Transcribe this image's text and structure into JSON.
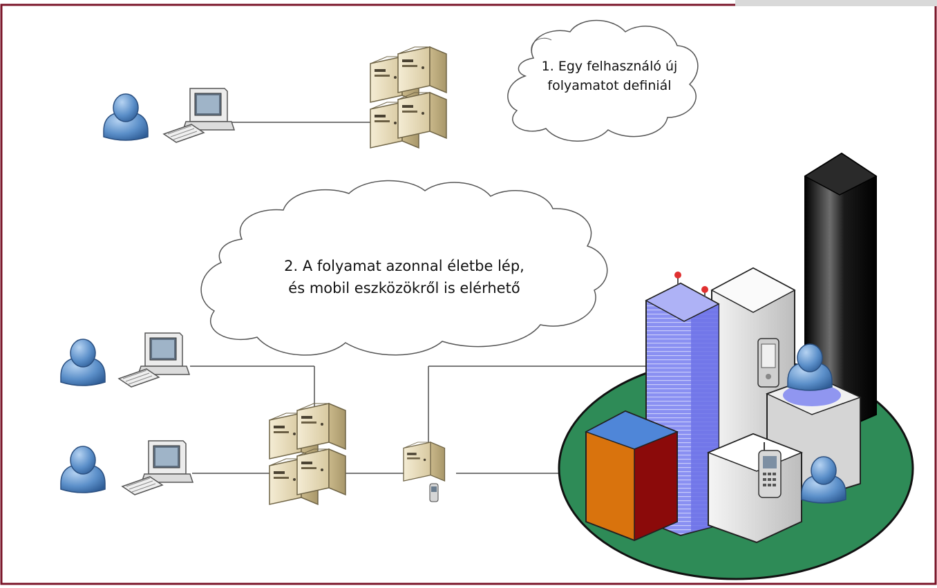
{
  "diagram": {
    "callouts": [
      {
        "lines": [
          "1. Egy felhasználó új",
          "folyamatot definiál"
        ]
      },
      {
        "lines": [
          "2. A folyamat azonnal életbe lép,",
          "és mobil eszközökről is elérhető"
        ]
      }
    ],
    "colors": {
      "border": "#7a1428",
      "line": "#4d4d4d",
      "server": "#e6d9b8",
      "user": "#5b8fc9",
      "ground": "#2e8b57",
      "tower_blue": "#7f86f0",
      "tower_black": "#111111",
      "block_orange": "#d9730d",
      "block_red": "#8b0a0a"
    },
    "icons": [
      "user-icon",
      "workstation-icon",
      "server-cluster-icon",
      "small-server-icon",
      "pda-icon",
      "mobile-phone-icon",
      "city-buildings-icon",
      "cloud-callout-icon"
    ]
  }
}
